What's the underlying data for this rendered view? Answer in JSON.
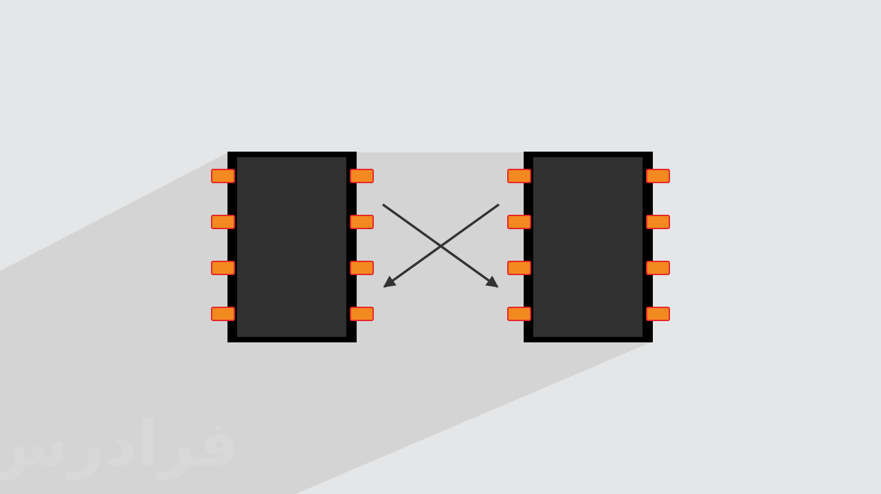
{
  "colors": {
    "background": "#e5e6e7",
    "long_shadow": "#d4d4d4",
    "chip_body": "#303030",
    "chip_border": "#000000",
    "pin_fill": "#f28a1f",
    "pin_stroke": "#e8262a",
    "arrow": "#333333",
    "watermark": "#d8d8d8"
  },
  "chips": [
    {
      "id": "left",
      "pins_per_side": 4
    },
    {
      "id": "right",
      "pins_per_side": 4
    }
  ],
  "arrows": [
    {
      "id": "to-right-chip",
      "direction": "down-right"
    },
    {
      "id": "to-left-chip",
      "direction": "down-left"
    }
  ],
  "watermark": {
    "text": "فرادرس"
  }
}
